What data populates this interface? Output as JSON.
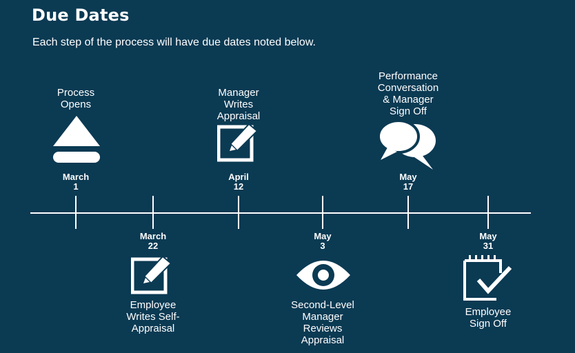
{
  "header": {
    "title": "Due Dates",
    "subtitle": "Each step of the process will have due dates noted below."
  },
  "milestones": [
    {
      "label": "Process\nOpens",
      "month": "March",
      "day": "1",
      "icon": "eject-icon"
    },
    {
      "label": "Employee\nWrites Self-\nAppraisal",
      "month": "March",
      "day": "22",
      "icon": "edit-icon"
    },
    {
      "label": "Manager\nWrites\nAppraisal",
      "month": "April",
      "day": "12",
      "icon": "edit-icon"
    },
    {
      "label": "Second-Level\nManager\nReviews\nAppraisal",
      "month": "May",
      "day": "3",
      "icon": "eye-icon"
    },
    {
      "label": "Performance\nConversation\n& Manager\nSign Off",
      "month": "May",
      "day": "17",
      "icon": "chat-bubbles-icon"
    },
    {
      "label": "Employee\nSign Off",
      "month": "May",
      "day": "31",
      "icon": "calendar-check-icon"
    }
  ],
  "colors": {
    "background": "#0b3a53",
    "foreground": "#ffffff"
  }
}
